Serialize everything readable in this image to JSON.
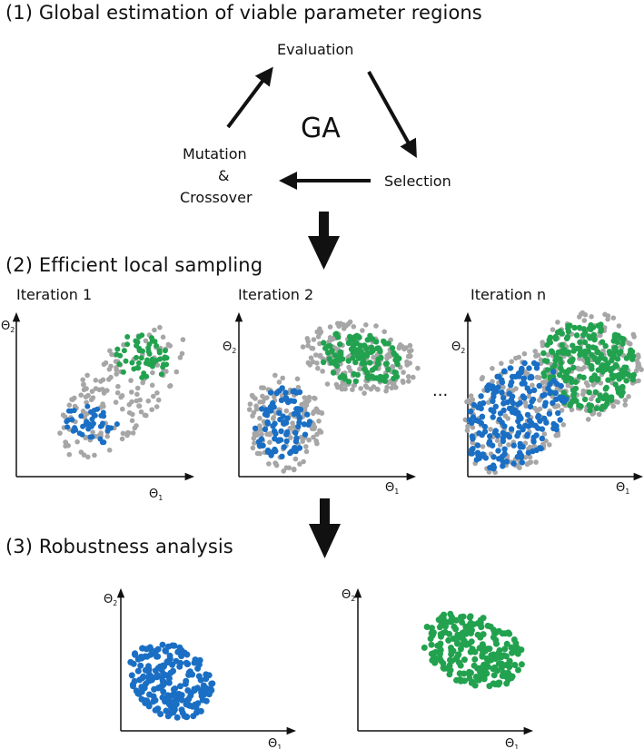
{
  "section1": {
    "title": "(1) Global estimation of viable parameter regions",
    "center": "GA",
    "nodes": {
      "evaluation": "Evaluation",
      "selection": "Selection",
      "mutation": "Mutation",
      "and": "&",
      "crossover": "Crossover"
    }
  },
  "section2": {
    "title": "(2) Efficient local sampling",
    "iterations": [
      "Iteration 1",
      "Iteration 2",
      "Iteration n"
    ],
    "ellipsis": "..."
  },
  "section3": {
    "title": "(3) Robustness analysis"
  },
  "axes": {
    "y": "Θ",
    "y_sub": "2",
    "x": "Θ",
    "x_sub": "1"
  },
  "colors": {
    "grey": "#a6a6a6",
    "green": "#22a24f",
    "blue": "#1a6fc4",
    "ink": "#111111"
  }
}
